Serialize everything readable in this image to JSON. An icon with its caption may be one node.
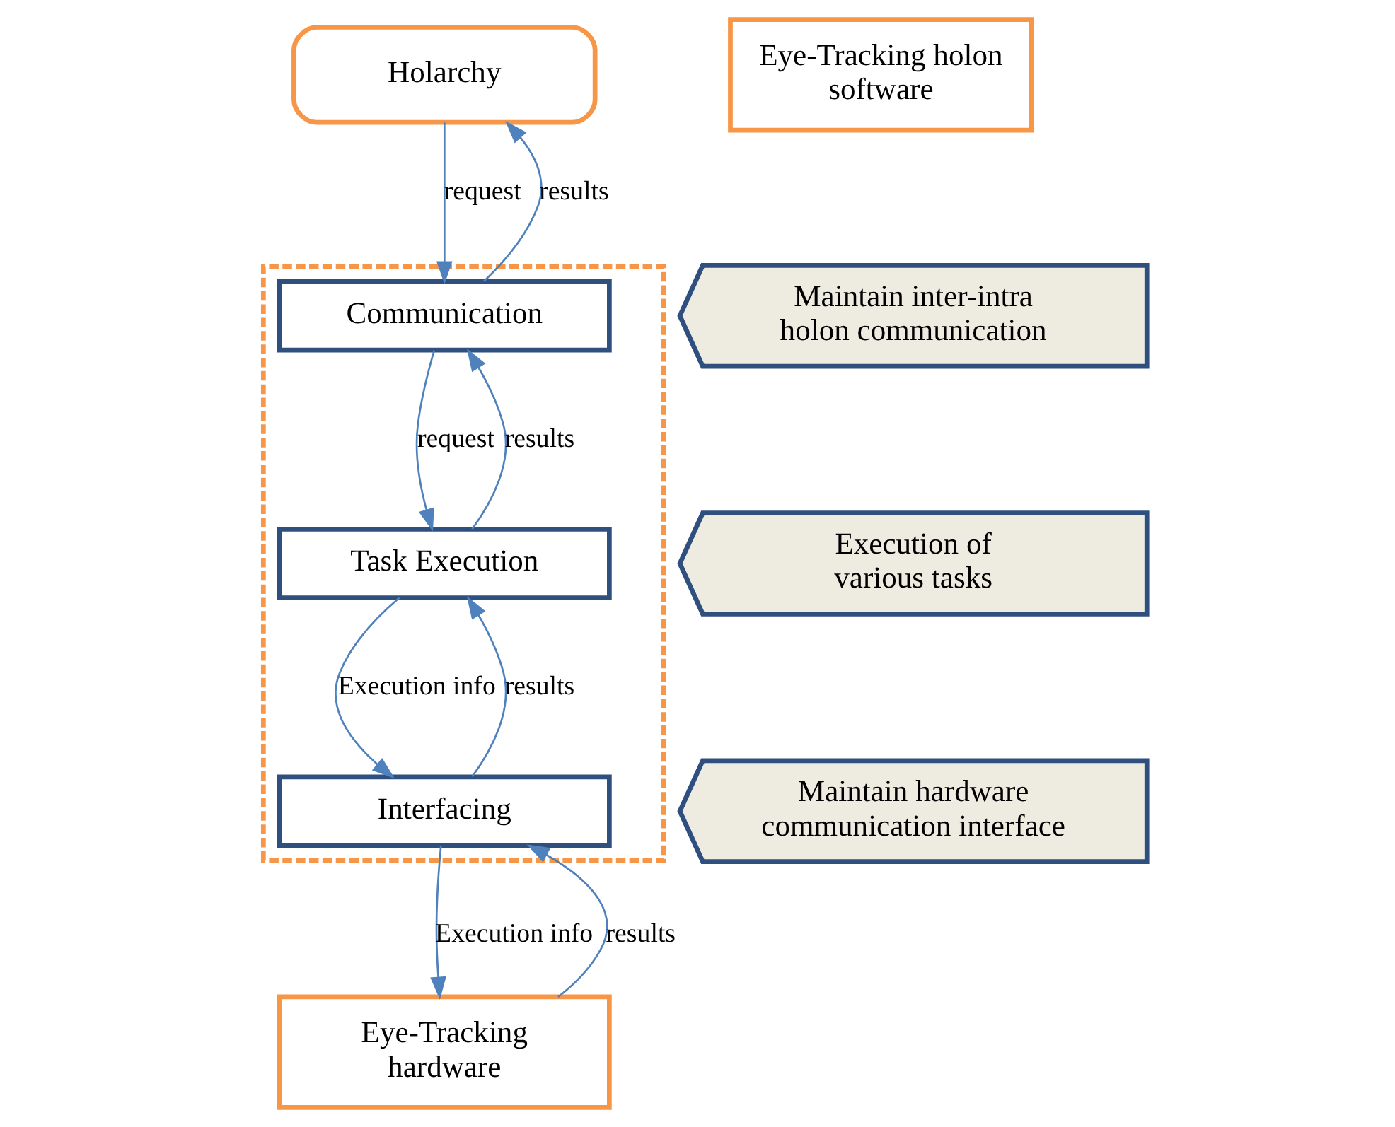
{
  "diagram": {
    "nodes": [
      {
        "text": [
          "Eye-Tracking holon software"
        ]
      },
      {
        "text": [],
        "shape": "box"
      },
      {
        "text": [
          "Holarchy"
        ]
      },
      {
        "text": [
          "Communication"
        ],
        "in": 1
      },
      {
        "text": [
          "Task Execution"
        ],
        "in": 1
      },
      {
        "text": [
          "Interfacing"
        ],
        "in": 1
      },
      {
        "text": [
          "Eye-Tracking hardware"
        ]
      },
      {
        "text": [
          "Maintain inter-intra holon communication"
        ]
      },
      {
        "text": [
          "Execution of various tasks"
        ]
      },
      {
        "text": [
          "Maintain hardware communication interface"
        ]
      }
    ],
    "edges": [
      {
        "from": 3,
        "to": 2,
        "arrow": "to",
        "label": "results"
      },
      {
        "from": 2,
        "to": 3,
        "arrow": "to",
        "label": "request"
      },
      {
        "from": 3,
        "to": 4,
        "arrow": "to",
        "label": "request"
      },
      {
        "from": 4,
        "to": 3,
        "arrow": "to",
        "label": "results"
      },
      {
        "from": 4,
        "to": 5,
        "arrow": "to",
        "label": "Execution info"
      },
      {
        "from": 5,
        "to": 4,
        "arrow": "to",
        "label": "results"
      },
      {
        "from": 5,
        "to": 6,
        "arrow": "to",
        "label": "Execution info"
      },
      {
        "from": 6,
        "to": 5,
        "arrow": "to",
        "label": "results"
      }
    ]
  }
}
